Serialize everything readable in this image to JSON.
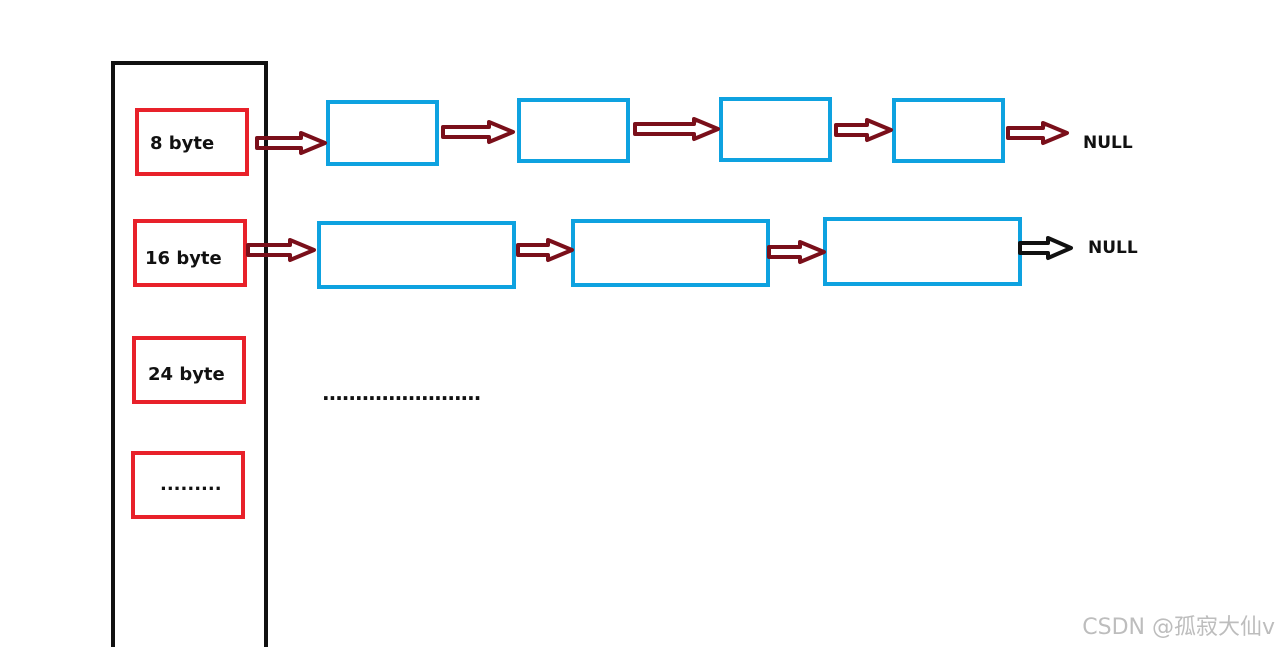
{
  "colors": {
    "array_border": "#111111",
    "bucket_border": "#e8212a",
    "node_border": "#0ea2e0",
    "arrow_red": "#7a0f1a",
    "arrow_black": "#111111",
    "watermark": "#bdbdbd"
  },
  "buckets": [
    {
      "label": "8 byte"
    },
    {
      "label": "16 byte"
    },
    {
      "label": "24 byte"
    },
    {
      "label": "........."
    }
  ],
  "lists": [
    {
      "node_count": 4,
      "end_label": "NULL"
    },
    {
      "node_count": 3,
      "end_label": "NULL"
    }
  ],
  "ellipsis": "........................",
  "watermark": "CSDN @孤寂大仙v"
}
